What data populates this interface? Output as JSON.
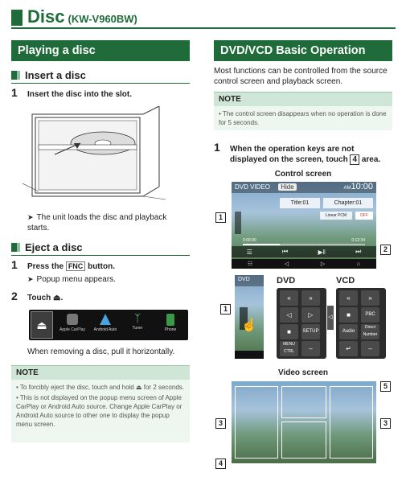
{
  "header": {
    "title": "Disc",
    "model": "(KW-V960BW)"
  },
  "left": {
    "section_title": "Playing a disc",
    "insert": {
      "heading": "Insert a disc",
      "step1_num": "1",
      "step1_text": "Insert the disc into the slot.",
      "result": "The unit loads the disc and playback starts."
    },
    "eject": {
      "heading": "Eject a disc",
      "step1_num": "1",
      "step1_pre": "Press the",
      "step1_key": "FNC",
      "step1_post": "button.",
      "step1_result": "Popup menu appears.",
      "step2_num": "2",
      "step2_text": "Touch",
      "step2_icon": "eject-icon",
      "popup_items": [
        "Apple CarPlay",
        "Android Auto",
        "Tuner",
        "Phone"
      ],
      "remove_text": "When removing a disc, pull it horizontally."
    },
    "note": {
      "heading": "NOTE",
      "items": [
        "To forcibly eject the disc, touch and hold ⏏ for 2 seconds.",
        "This is not displayed on the popup menu screen of Apple CarPlay or Android Auto source. Change Apple CarPlay or Android Auto source to other one to display the popup menu screen."
      ]
    }
  },
  "right": {
    "section_title": "DVD/VCD Basic Operation",
    "intro": "Most functions can be controlled from the source control screen and playback screen.",
    "note": {
      "heading": "NOTE",
      "item": "The control screen disappears when no operation is done for 5 seconds."
    },
    "step1_num": "1",
    "step1_text": "When the operation keys are not displayed on the screen, touch",
    "step1_badge": "4",
    "step1_end": "area.",
    "control_caption": "Control screen",
    "screen": {
      "source": "DVD VIDEO",
      "hide": "Hide",
      "clock_am": "AM",
      "clock": "10:00",
      "title": "Title:01",
      "chapter": "Chapter:01",
      "audio": "Linear PCM",
      "off": "OFF",
      "time_elapsed": "0:00:00",
      "time_total": "0:12:34"
    },
    "dvd_label": "DVD",
    "vcd_label": "VCD",
    "dvd_buttons": [
      "«",
      "»",
      "◁",
      "▷",
      "■",
      "SETUP",
      "MENU CTRL",
      "–"
    ],
    "vcd_buttons": [
      "«",
      "»",
      "■",
      "PBC",
      "Audio",
      "Direct Number",
      "↵",
      "–"
    ],
    "video_caption": "Video screen",
    "badges": {
      "b1": "1",
      "b2": "2",
      "b3": "3",
      "b4": "4",
      "b5": "5"
    },
    "mini_source": "DVD"
  }
}
